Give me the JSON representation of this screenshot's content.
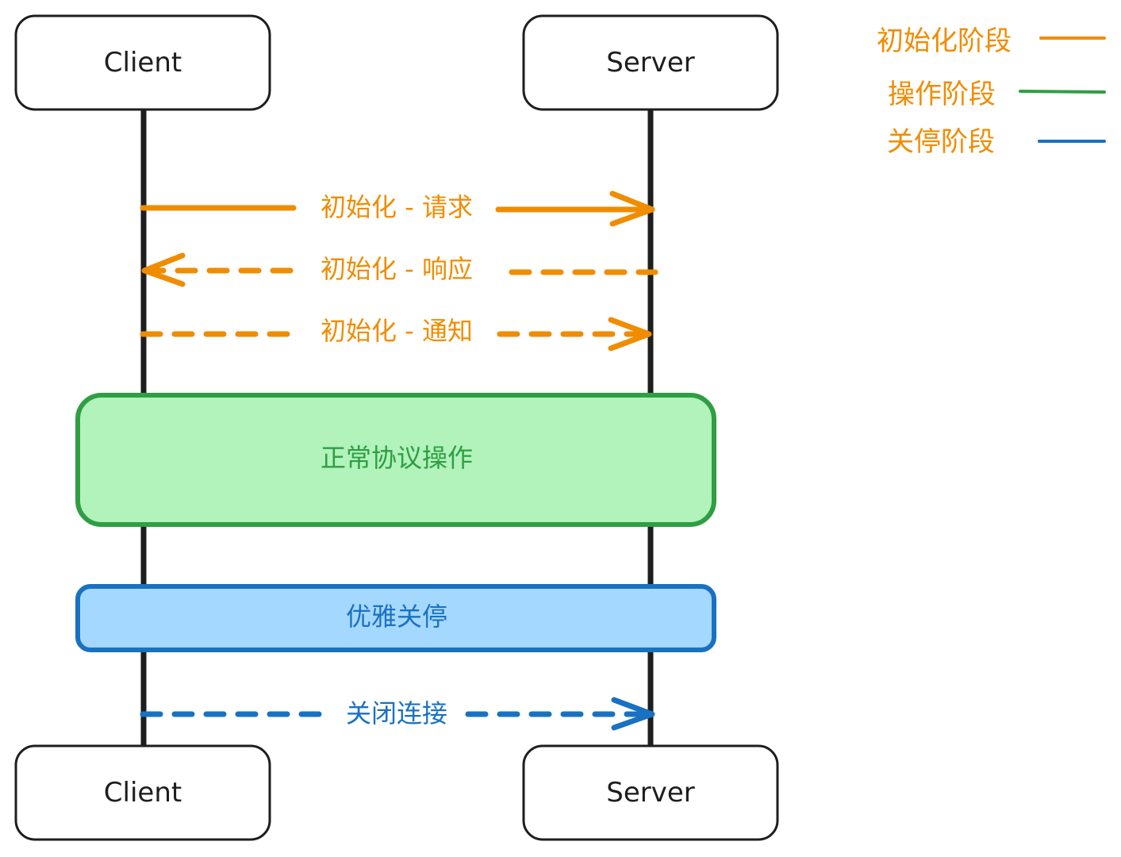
{
  "participants": {
    "client": "Client",
    "server": "Server"
  },
  "legend": [
    {
      "label": "初始化阶段",
      "color": "#f08c00"
    },
    {
      "label": "操作阶段",
      "color": "#2f9e44"
    },
    {
      "label": "关停阶段",
      "color": "#1971c2"
    }
  ],
  "messages": [
    {
      "label": "初始化 - 请求",
      "from": "client",
      "to": "server",
      "style": "solid",
      "color": "#f08c00"
    },
    {
      "label": "初始化 - 响应",
      "from": "server",
      "to": "client",
      "style": "dashed",
      "color": "#f08c00"
    },
    {
      "label": "初始化 - 通知",
      "from": "client",
      "to": "server",
      "style": "dashed",
      "color": "#f08c00"
    },
    {
      "label": "关闭连接",
      "from": "client",
      "to": "server",
      "style": "dashed",
      "color": "#1971c2"
    }
  ],
  "phases": {
    "operation": {
      "label": "正常协议操作",
      "fill": "#b2f2bb",
      "stroke": "#2f9e44"
    },
    "shutdown": {
      "label": "优雅关停",
      "fill": "#a5d8ff",
      "stroke": "#1971c2"
    }
  },
  "colors": {
    "lifeline": "#1e1e1e",
    "box_stroke": "#1e1e1e",
    "text": "#1e1e1e"
  }
}
